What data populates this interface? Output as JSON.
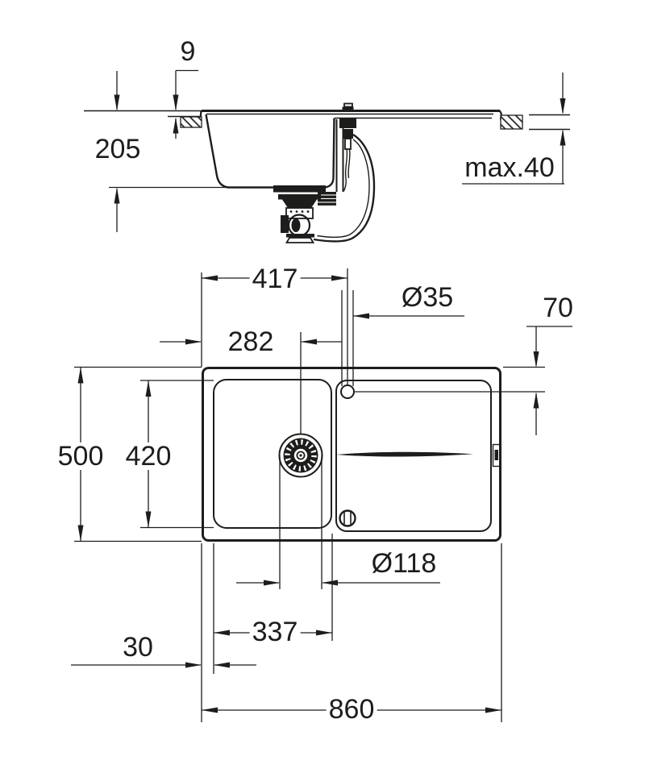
{
  "background_color": "#ffffff",
  "line_color": "#1d1d1b",
  "drawing_type": "kitchen sink installation dimension drawing",
  "views": {
    "side_view": {
      "name": "sink-section-side-view",
      "dimensions": {
        "rim_above_counter": "9",
        "bowl_depth": "205",
        "counter_thickness_max": "max.40"
      }
    },
    "top_view": {
      "name": "sink-plan-top-view",
      "dimensions": {
        "tap_hole_from_left": "417",
        "tap_hole_diameter": "Ø35",
        "tap_hole_from_back": "70",
        "drain_center_from_left": "282",
        "overall_depth": "500",
        "bowl_inner_depth": "420",
        "drain_diameter": "Ø118",
        "bowl_inner_width": "337",
        "left_rim_width": "30",
        "overall_width": "860"
      }
    }
  }
}
